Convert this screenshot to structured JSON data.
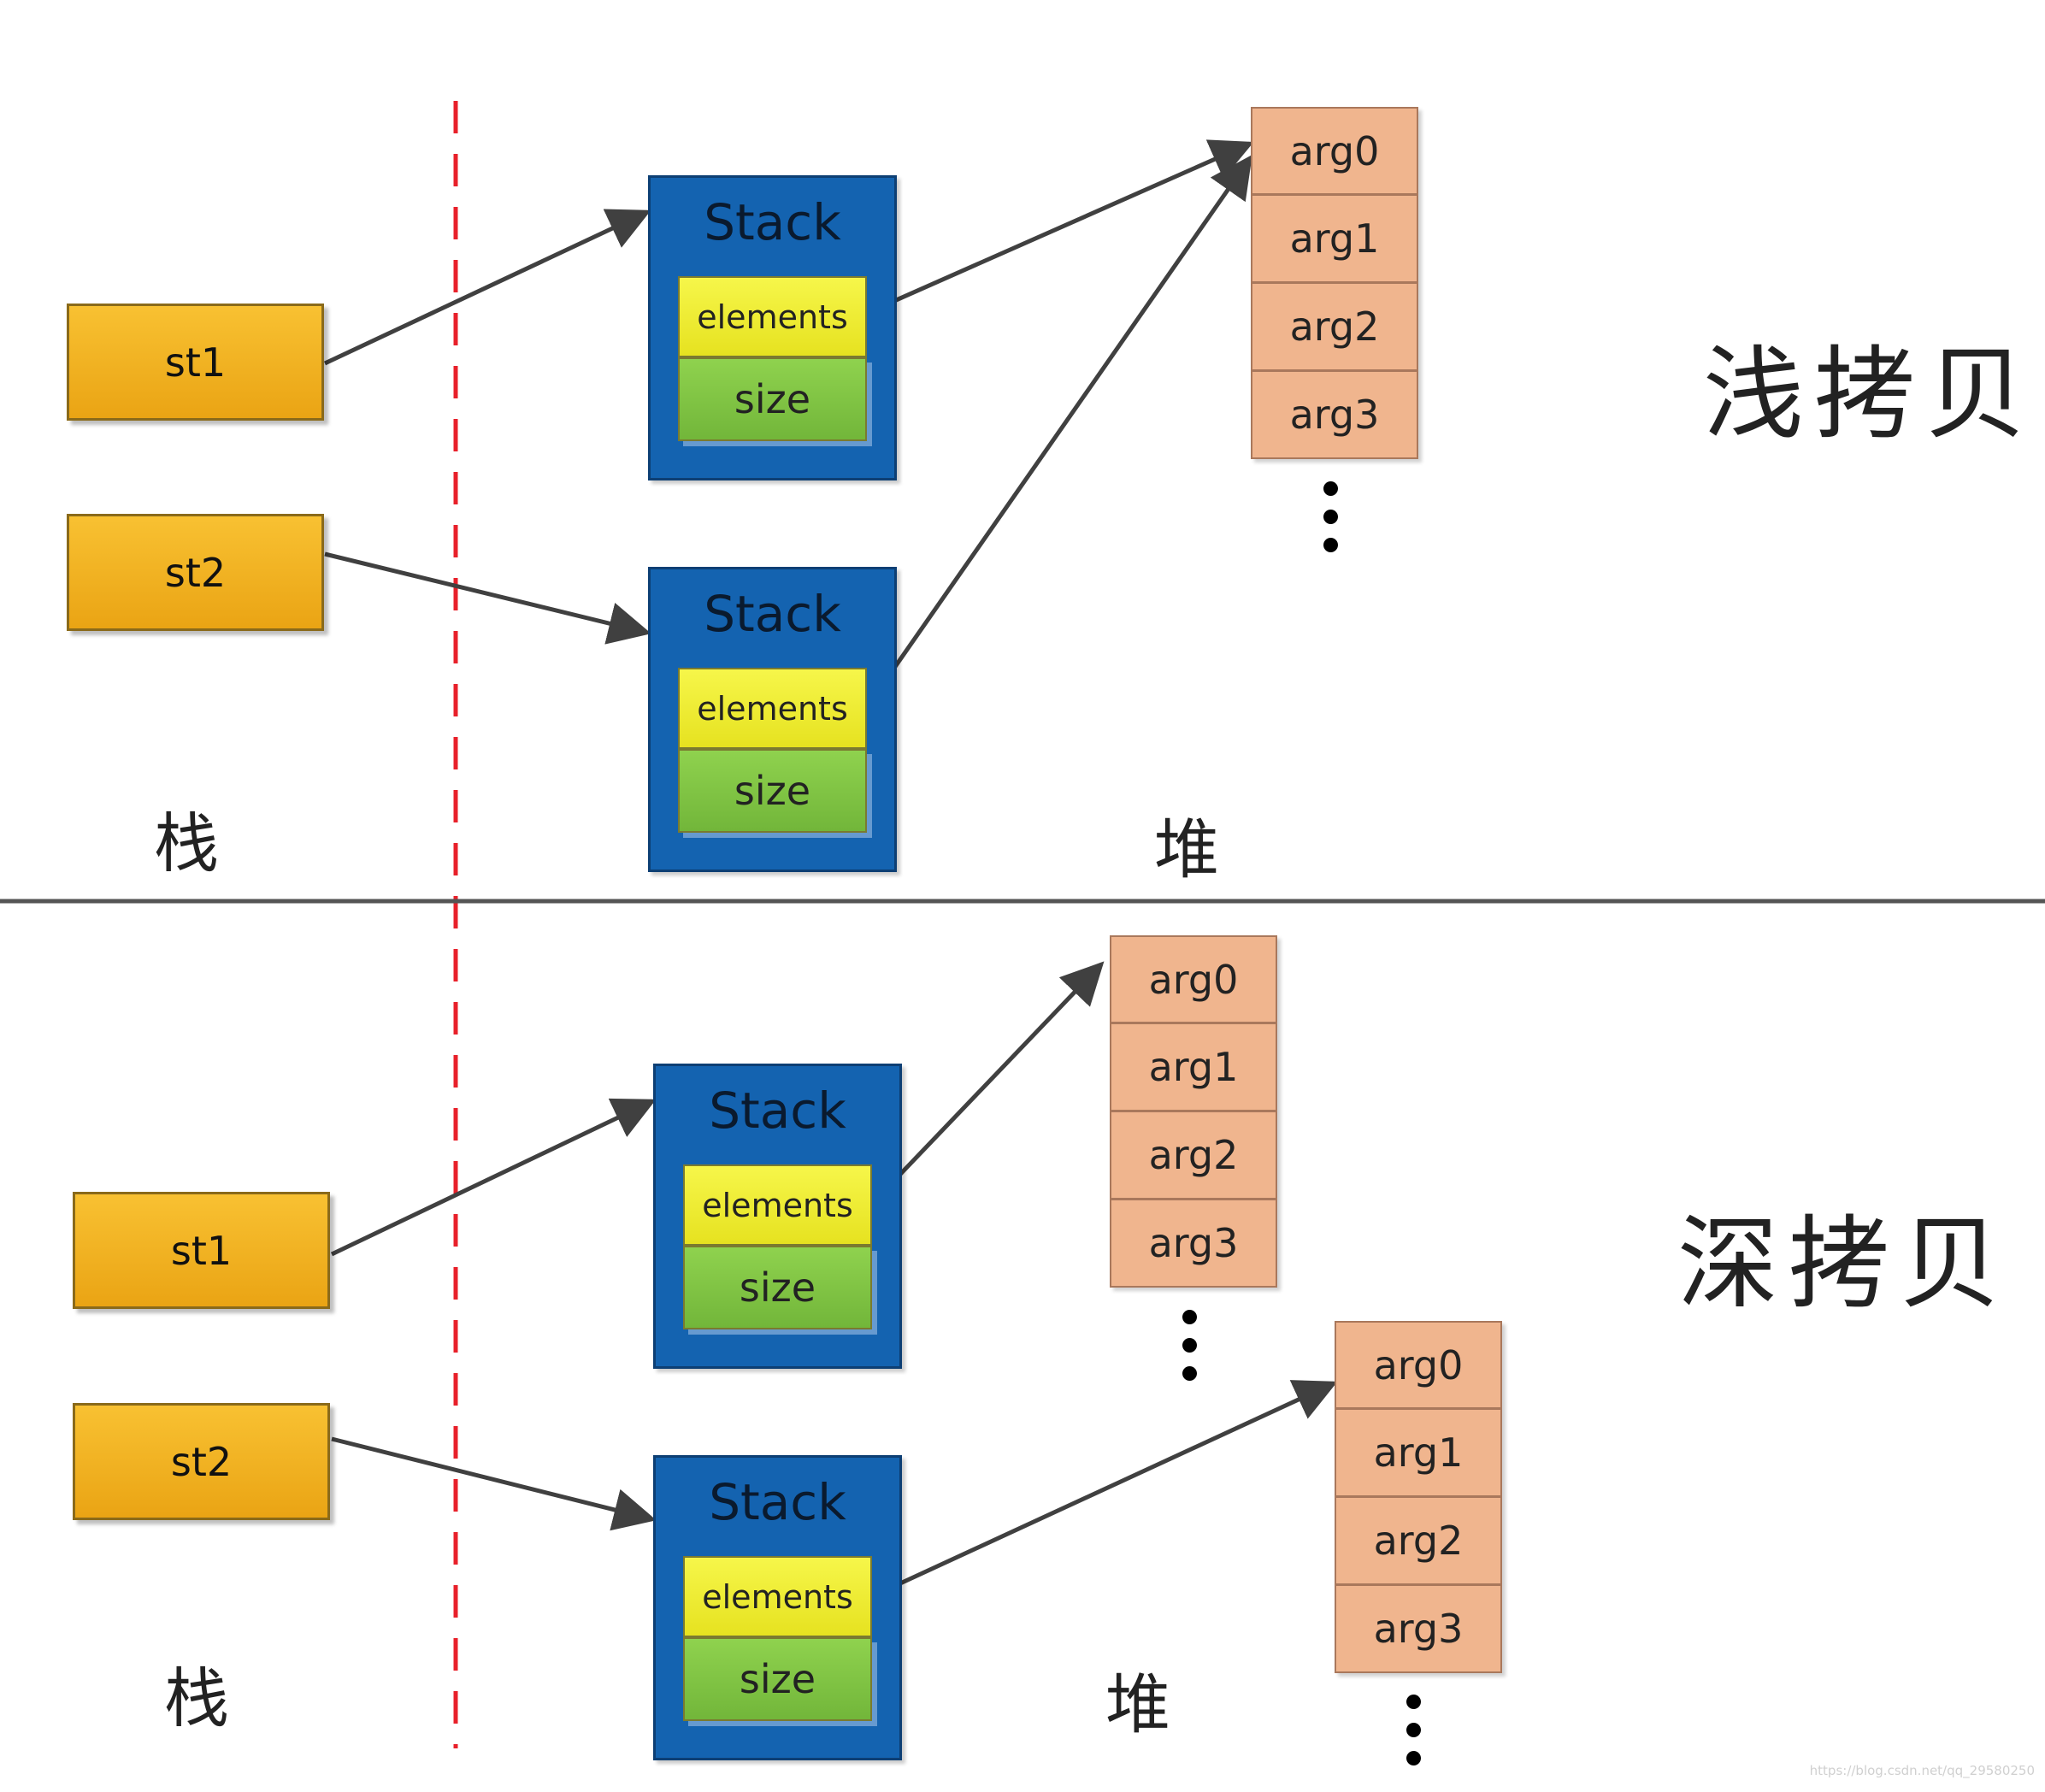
{
  "shallow": {
    "title": "浅拷贝",
    "stack_label": "栈",
    "heap_label": "堆",
    "vars": [
      "st1",
      "st2"
    ],
    "stack_objects": [
      {
        "title": "Stack",
        "fields": [
          "elements",
          "size"
        ]
      },
      {
        "title": "Stack",
        "fields": [
          "elements",
          "size"
        ]
      }
    ],
    "arrays": [
      [
        "arg0",
        "arg1",
        "arg2",
        "arg3"
      ]
    ]
  },
  "deep": {
    "title": "深拷贝",
    "stack_label": "栈",
    "heap_label": "堆",
    "vars": [
      "st1",
      "st2"
    ],
    "stack_objects": [
      {
        "title": "Stack",
        "fields": [
          "elements",
          "size"
        ]
      },
      {
        "title": "Stack",
        "fields": [
          "elements",
          "size"
        ]
      }
    ],
    "arrays": [
      [
        "arg0",
        "arg1",
        "arg2",
        "arg3"
      ],
      [
        "arg0",
        "arg1",
        "arg2",
        "arg3"
      ]
    ]
  },
  "colors": {
    "var_fill": "#f0b324",
    "stack_fill": "#1463b0",
    "elements_fill": "#f2f23a",
    "size_fill": "#80c644",
    "array_fill": "#f0b58e",
    "divider_line": "#e8202a",
    "section_divider": "#555555",
    "arrow": "#404040"
  },
  "watermark": "https://blog.csdn.net/qq_29580250"
}
